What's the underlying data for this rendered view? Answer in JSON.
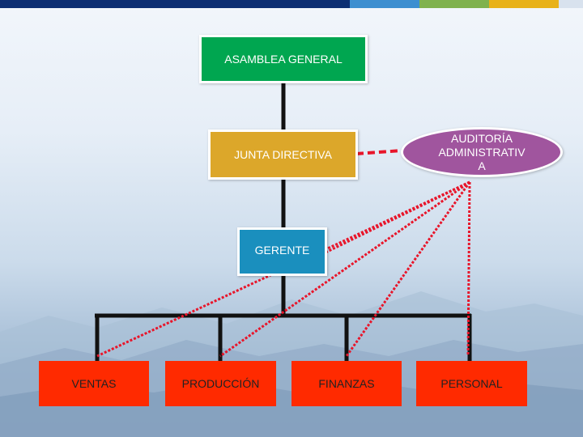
{
  "top_bar_colors": [
    "#0d2f73",
    "#0d2f73",
    "#0d2f73",
    "#0d2f73",
    "#0d2f73",
    "#3d8fd0",
    "#7fb24e",
    "#e8b21a",
    "#d8e2ee"
  ],
  "nodes": {
    "asamblea": {
      "label": "ASAMBLEA GENERAL",
      "color": "#00a650"
    },
    "junta": {
      "label": "JUNTA DIRECTIVA",
      "color": "#dca72a"
    },
    "auditoria": {
      "label": "AUDITORÍA ADMINISTRATIV A",
      "line1": "AUDITORÍA",
      "line2": "ADMINISTRATIV",
      "line3": "A",
      "color": "#a0559e"
    },
    "gerente": {
      "label": "GERENTE",
      "color": "#1a8fbe"
    },
    "ventas": {
      "label": "VENTAS",
      "color": "#ff2a00"
    },
    "produccion": {
      "label": "PRODUCCIÓN",
      "color": "#ff2a00"
    },
    "finanzas": {
      "label": "FINANZAS",
      "color": "#ff2a00"
    },
    "personal": {
      "label": "PERSONAL",
      "color": "#ff2a00"
    }
  },
  "connector_color": "#111111",
  "audit_link_color": "#e8152a"
}
